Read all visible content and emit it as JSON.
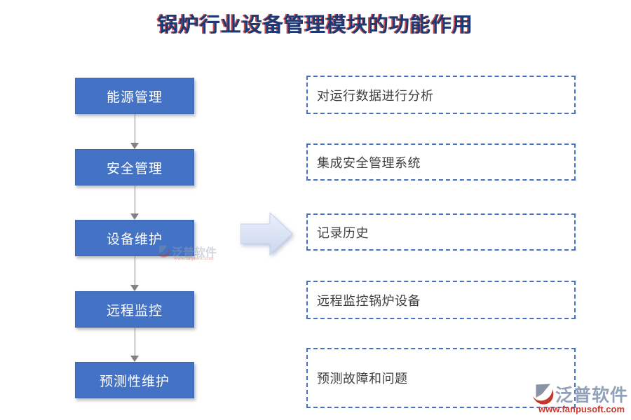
{
  "title": {
    "text": "锅炉行业设备管理模块的功能作用"
  },
  "modules": [
    {
      "label": "能源管理",
      "description": "对运行数据进行分析"
    },
    {
      "label": "安全管理",
      "description": "集成安全管理系统"
    },
    {
      "label": "设备维护",
      "description": "记录历史"
    },
    {
      "label": "远程监控",
      "description": "远程监控锅炉设备"
    },
    {
      "label": "预测性维护",
      "description": "预测故障和问题"
    }
  ],
  "watermark": {
    "text": "泛普软件",
    "url": "www.fanpusoft.com"
  },
  "logo": {
    "name": "泛普软件",
    "url": "www.fanpusoft.com"
  },
  "colors": {
    "module_fill": "#4472c4",
    "dashed_border": "#4472c4",
    "title_text": "#1b3a75",
    "title_shadow": "#c02020",
    "connector": "#828282",
    "big_arrow_fill": "#dae2f4",
    "description_text": "#3f3f3f",
    "logo_text": "#93a1b8",
    "logo_url": "#c3392f"
  }
}
